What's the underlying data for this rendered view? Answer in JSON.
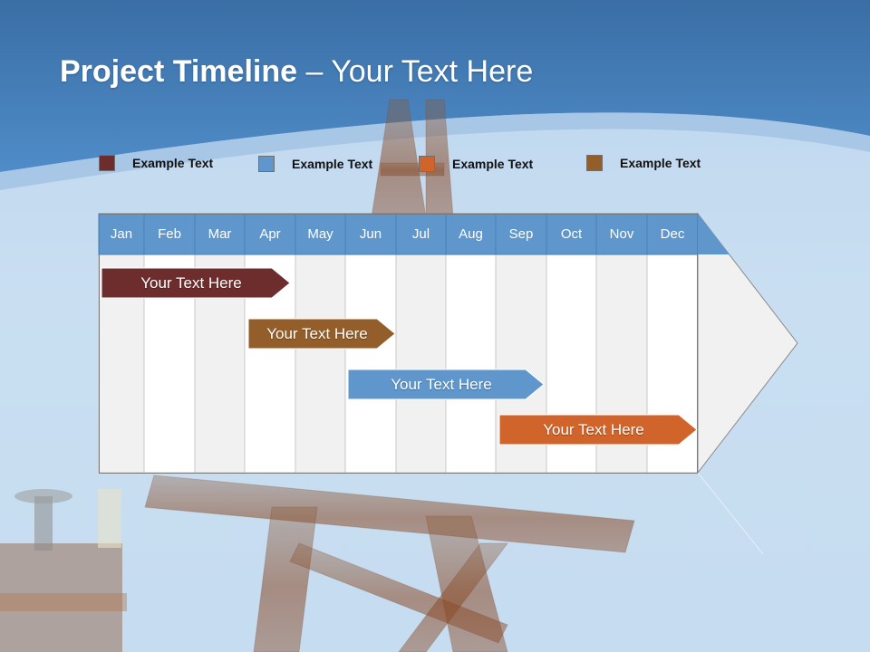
{
  "slide": {
    "title_bold": "Project Timeline",
    "title_rest": " – Your Text Here"
  },
  "legend": [
    {
      "label": "Example Text",
      "color": "#6e2d2d"
    },
    {
      "label": "Example Text",
      "color": "#5f97cc"
    },
    {
      "label": "Example Text",
      "color": "#d0642a"
    },
    {
      "label": "Example Text",
      "color": "#935e2a"
    }
  ],
  "months": [
    "Jan",
    "Feb",
    "Mar",
    "Apr",
    "May",
    "Jun",
    "Jul",
    "Aug",
    "Sep",
    "Oct",
    "Nov",
    "Dec"
  ],
  "tasks": [
    {
      "label": "Your  Text Here",
      "color": "#6e2d2d",
      "start_month": "Jan",
      "end_month": "Apr"
    },
    {
      "label": "Your  Text Here",
      "color": "#935e2a",
      "start_month": "Apr",
      "end_month": "Jun"
    },
    {
      "label": "Your  Text Here",
      "color": "#5f97cc",
      "start_month": "Jun",
      "end_month": "Sep"
    },
    {
      "label": "Your  Text Here",
      "color": "#d0642a",
      "start_month": "Sep",
      "end_month": "Dec"
    }
  ],
  "colors": {
    "header_blue": "#5f97cc",
    "banner_blue": "#3f7fbd",
    "column_grey": "#f1f1f1",
    "column_white": "#ffffff"
  }
}
